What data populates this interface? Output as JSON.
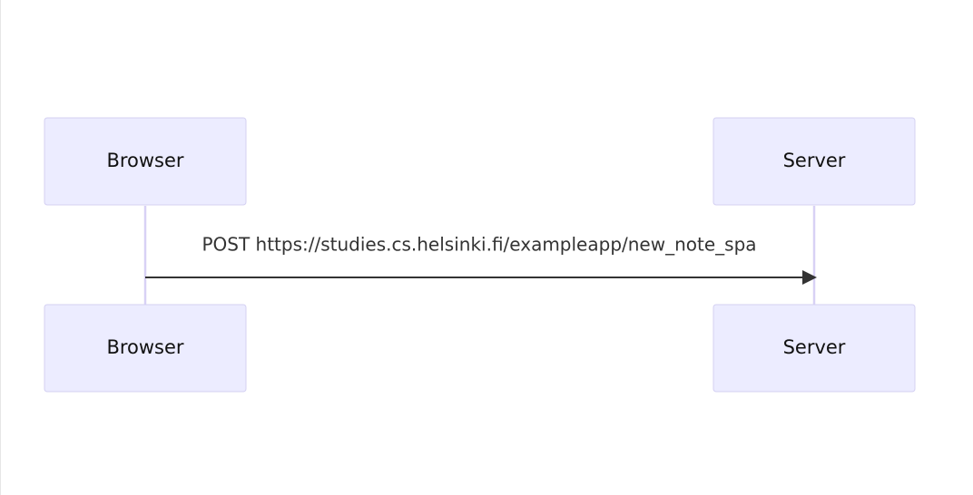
{
  "diagram": {
    "type": "sequence",
    "participants": [
      {
        "label": "Browser"
      },
      {
        "label": "Server"
      }
    ],
    "messages": [
      {
        "from": "Browser",
        "to": "Server",
        "label": "POST https://studies.cs.helsinki.fi/exampleapp/new_note_spa"
      }
    ]
  },
  "colors": {
    "actor_fill": "#ececff",
    "actor_border": "#d4d0f2",
    "lifeline": "#d8d1f5",
    "arrow": "#333333"
  }
}
